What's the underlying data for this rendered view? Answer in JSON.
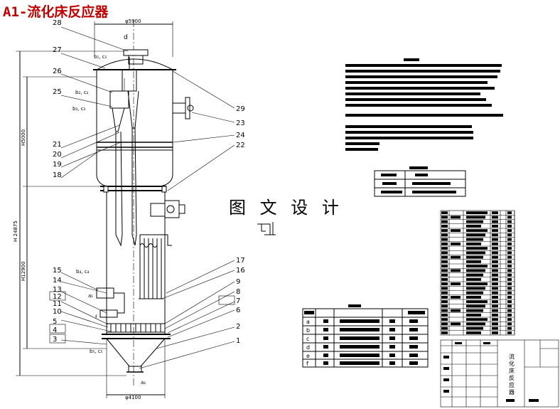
{
  "title": "A1-流化床反应器",
  "watermark": "图 文 设 计",
  "dims": {
    "top_d": "d",
    "top_width": "φ5900",
    "bottom_width": "φ4100",
    "left_total": "H 24875",
    "left_upper": "H5000",
    "left_lower": "H12900",
    "bottom_nozzle": "a₂"
  },
  "nozzles": {
    "b1": "b₁, c₁",
    "b2": "b₂, c₂",
    "b3": "b₃, c₃",
    "b4": "b₄, c₄",
    "b5": "b₅, c₅",
    "a1": "a₁",
    "f": "f"
  },
  "part_numbers_left": [
    "28",
    "27",
    "26",
    "25",
    "21",
    "20",
    "19",
    "18",
    "15",
    "14",
    "13",
    "12",
    "11",
    "10",
    "5",
    "4",
    "3"
  ],
  "part_numbers_right": [
    "29",
    "23",
    "24",
    "22",
    "17",
    "16",
    "9",
    "8",
    "7",
    "6",
    "2",
    "1"
  ],
  "nozzle_table": {
    "rows": [
      "a",
      "b",
      "c",
      "d",
      "e",
      "f"
    ]
  },
  "title_block": {
    "name_chars": [
      "流",
      "化",
      "床",
      "反",
      "应",
      "器"
    ]
  }
}
